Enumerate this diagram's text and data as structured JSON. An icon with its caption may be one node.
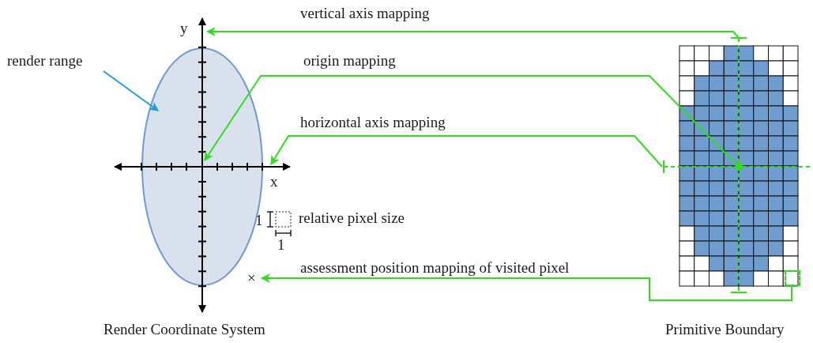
{
  "diagram": {
    "nodes": [
      {
        "text": [
          "render range"
        ]
      },
      {
        "text": [],
        "shape": "ellipse"
      },
      {
        "text": [
          "×"
        ]
      },
      {
        "text": [],
        "shape": "grid"
      },
      {
        "text": [],
        "shape": "box",
        "in": 3
      },
      {
        "text": [],
        "shape": "circle",
        "in": 3
      }
    ],
    "edges": [
      {
        "from": 0,
        "to": 1,
        "arrow": "to",
        "color": "#1f9be0"
      },
      {
        "from": 3,
        "to": 1,
        "arrow": "to",
        "label": "vertical axis mapping"
      },
      {
        "from": 5,
        "to": 1,
        "arrow": "to",
        "label": "origin mapping"
      },
      {
        "from": 3,
        "to": 1,
        "arrow": "to",
        "label": "horizontal axis mapping"
      },
      {
        "from": 4,
        "to": 2,
        "arrow": "to",
        "label": "assessment position mapping of visited pixel"
      }
    ],
    "labels": [
      "y",
      "x",
      "1",
      "relative pixel size",
      "1",
      "Render Coordinate System",
      "Primitive Boundary"
    ]
  }
}
